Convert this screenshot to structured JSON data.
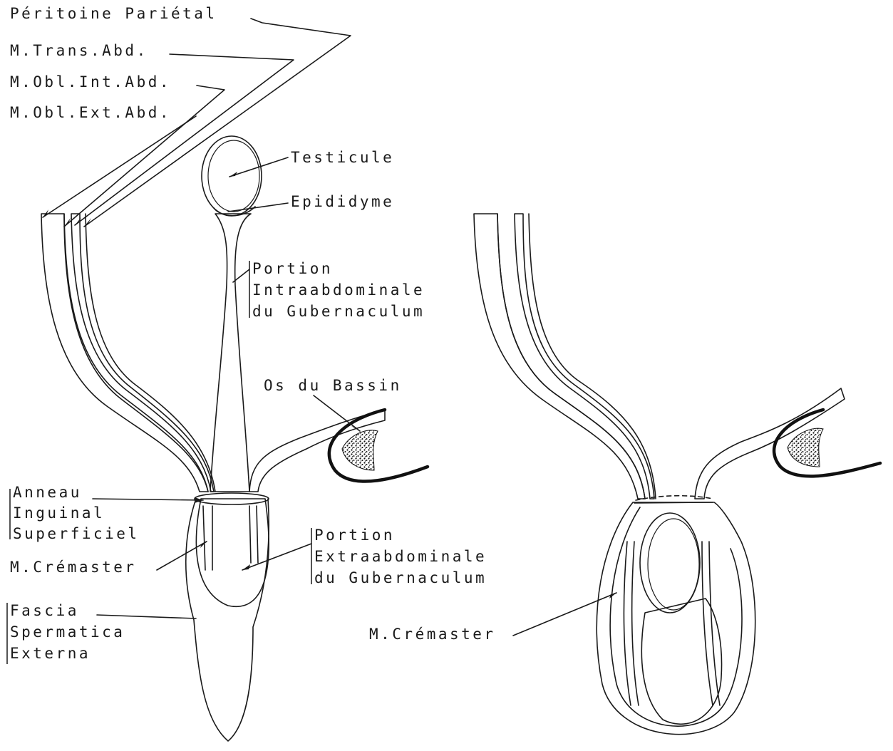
{
  "labels": {
    "peritoine": "Péritoine Pariétal",
    "trans_abd": "M.Trans.Abd.",
    "obl_int": "M.Obl.Int.Abd.",
    "obl_ext": "M.Obl.Ext.Abd.",
    "testicule": "Testicule",
    "epididyme": "Epididyme",
    "portion_intra": [
      "Portion",
      "Intraabdominale",
      "du Gubernaculum"
    ],
    "os_bassin": "Os du Bassin",
    "anneau": [
      "Anneau",
      "Inguinal",
      "Superficiel"
    ],
    "portion_extra": [
      "Portion",
      "Extraabdominale",
      "du Gubernaculum"
    ],
    "cremaster_left": "M.Crémaster",
    "fascia": [
      "Fascia",
      "Spermatica",
      "Externa"
    ],
    "cremaster_right": "M.Crémaster"
  }
}
